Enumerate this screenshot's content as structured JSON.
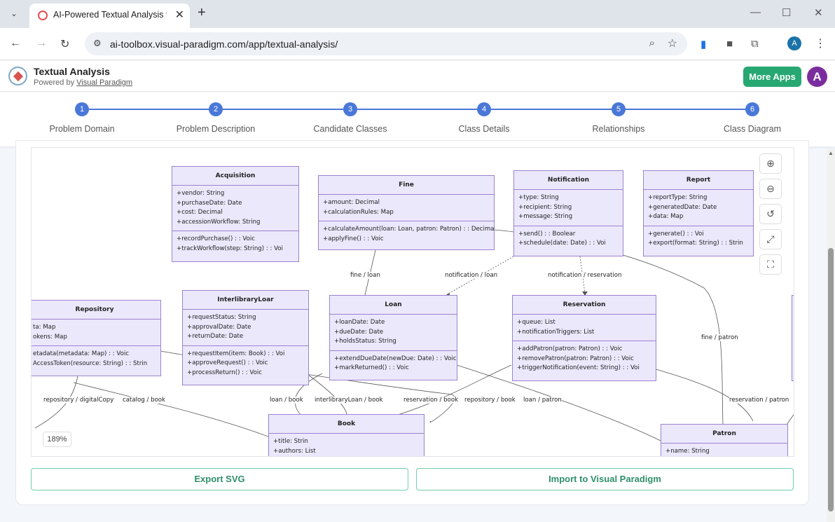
{
  "browser": {
    "tab_title": "AI-Powered Textual Analysis for",
    "url": "ai-toolbox.visual-paradigm.com/app/textual-analysis/",
    "new_tab": "+",
    "tab_close": "✕",
    "profile_initial": "A"
  },
  "app": {
    "name": "Textual Analysis",
    "powered_prefix": "Powered by",
    "powered_link": "Visual Paradigm",
    "more_apps": "More Apps",
    "avatar_initial": "A"
  },
  "steps": [
    {
      "num": "1",
      "label": "Problem Domain"
    },
    {
      "num": "2",
      "label": "Problem Description"
    },
    {
      "num": "3",
      "label": "Candidate Classes"
    },
    {
      "num": "4",
      "label": "Class Details"
    },
    {
      "num": "5",
      "label": "Relationships"
    },
    {
      "num": "6",
      "label": "Class Diagram"
    }
  ],
  "diagram": {
    "zoom": "189%",
    "classes": {
      "acquisition": {
        "name": "Acquisition",
        "attrs": [
          "+vendor: String",
          "+purchaseDate: Date",
          "+cost: Decimal",
          "+accessionWorkflow: String"
        ],
        "ops": [
          "+recordPurchase() : : Voic",
          "+trackWorkflow(step: String) : : Voi"
        ]
      },
      "fine": {
        "name": "Fine",
        "attrs": [
          "+amount: Decimal",
          "+calculationRules: Map"
        ],
        "ops": [
          "+calculateAmount(loan: Loan, patron: Patron) : : Decima",
          "+applyFine() : : Voic"
        ]
      },
      "notification": {
        "name": "Notification",
        "attrs": [
          "+type: String",
          "+recipient: String",
          "+message: String"
        ],
        "ops": [
          "+send() : : Boolear",
          "+schedule(date: Date) : : Voi"
        ]
      },
      "report": {
        "name": "Report",
        "attrs": [
          "+reportType: String",
          "+generatedDate: Date",
          "+data: Map"
        ],
        "ops": [
          "+generate() : : Voi",
          "+export(format: String) : : Strin"
        ]
      },
      "repository": {
        "name": "Repository",
        "attrs": [
          "ta: Map",
          "okens: Map"
        ],
        "ops": [
          "etadata(metadata: Map) : : Voic",
          "AccessToken(resource: String) : : Strin"
        ]
      },
      "interlibrary": {
        "name": "InterlibraryLoar",
        "attrs": [
          "+requestStatus: String",
          "+approvalDate: Date",
          "+returnDate: Date"
        ],
        "ops": [
          "+requestItem(item: Book) : : Voi",
          "+approveRequest() : : Voic",
          "+processReturn() : : Voic"
        ]
      },
      "loan": {
        "name": "Loan",
        "attrs": [
          "+loanDate: Date",
          "+dueDate: Date",
          "+holdsStatus: String"
        ],
        "ops": [
          "+extendDueDate(newDue: Date) : : Voic",
          "+markReturned() : : Voic"
        ]
      },
      "reservation": {
        "name": "Reservation",
        "attrs": [
          "+queue: List",
          "+notificationTriggers: List"
        ],
        "ops": [
          "+addPatron(patron: Patron) : : Voic",
          "+removePatron(patron: Patron) : : Voic",
          "+triggerNotification(event: String) : : Voi"
        ]
      },
      "book": {
        "name": "Book",
        "attrs": [
          "+title: Strin",
          "+authors: List"
        ],
        "ops": []
      },
      "patron": {
        "name": "Patron",
        "attrs": [
          "+name: String"
        ],
        "ops": []
      }
    },
    "relations": [
      "fine / loan",
      "notification / loan",
      "notification / reservation",
      "fine / patron",
      "repository / digitalCopy",
      "catalog / book",
      "loan / book",
      "interlibraryLoan / book",
      "reservation / book",
      "repository / book",
      "loan / patron",
      "reservation / patron"
    ]
  },
  "actions": {
    "export_svg": "Export SVG",
    "import_vp": "Import to Visual Paradigm"
  }
}
